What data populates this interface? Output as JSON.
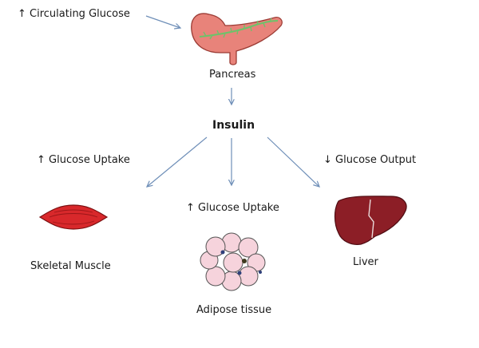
{
  "diagram": {
    "labels": {
      "circulating_glucose": "↑ Circulating Glucose",
      "pancreas": "Pancreas",
      "insulin": "Insulin",
      "muscle_uptake": "↑ Glucose Uptake",
      "adipose_uptake": "↑ Glucose Uptake",
      "liver_output": "↓ Glucose Output",
      "skeletal_muscle": "Skeletal Muscle",
      "adipose_tissue": "Adipose tissue",
      "liver": "Liver"
    },
    "colors": {
      "arrow": "#6f8fb8",
      "pancreas_fill": "#e8837a",
      "pancreas_duct": "#6ec26a",
      "muscle": "#d8282b",
      "liver": "#8c1e26",
      "adipose_fill": "#f6d3dc"
    }
  }
}
